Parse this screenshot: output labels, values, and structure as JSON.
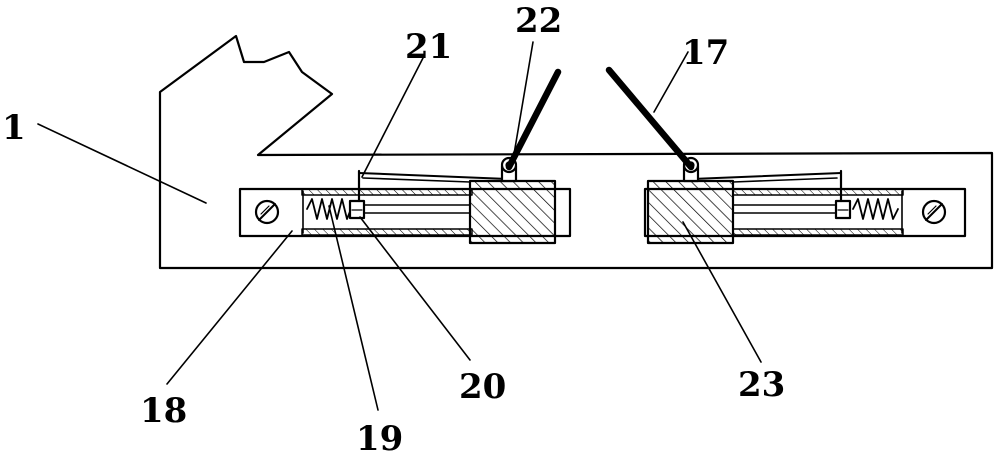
{
  "labels": {
    "l1": "1",
    "l17": "17",
    "l18": "18",
    "l19": "19",
    "l20": "20",
    "l21": "21",
    "l22": "22",
    "l23": "23"
  },
  "colors": {
    "stroke": "#000000",
    "background": "#ffffff"
  }
}
